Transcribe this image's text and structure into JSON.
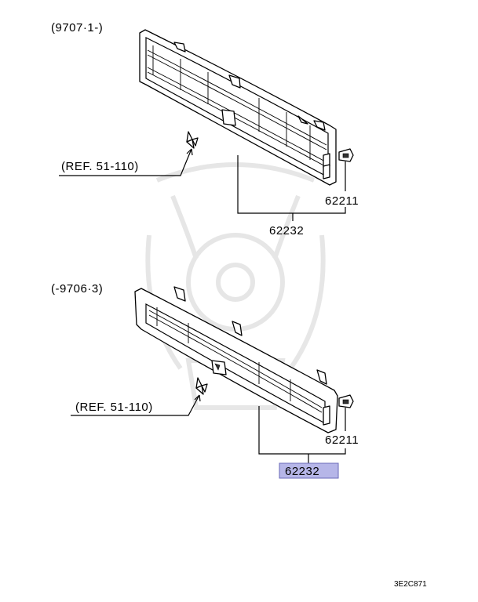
{
  "top_diagram": {
    "date_range": "(9707·1-)",
    "ref_label": "(REF. 51-110)",
    "part_clip": "62211",
    "part_grille": "62232"
  },
  "bottom_diagram": {
    "date_range": "(-9706·3)",
    "ref_label": "(REF. 51-110)",
    "part_clip": "62211",
    "part_grille": "62232",
    "highlight_color": "#b6b6e8"
  },
  "diagram_code": "3E2C871"
}
